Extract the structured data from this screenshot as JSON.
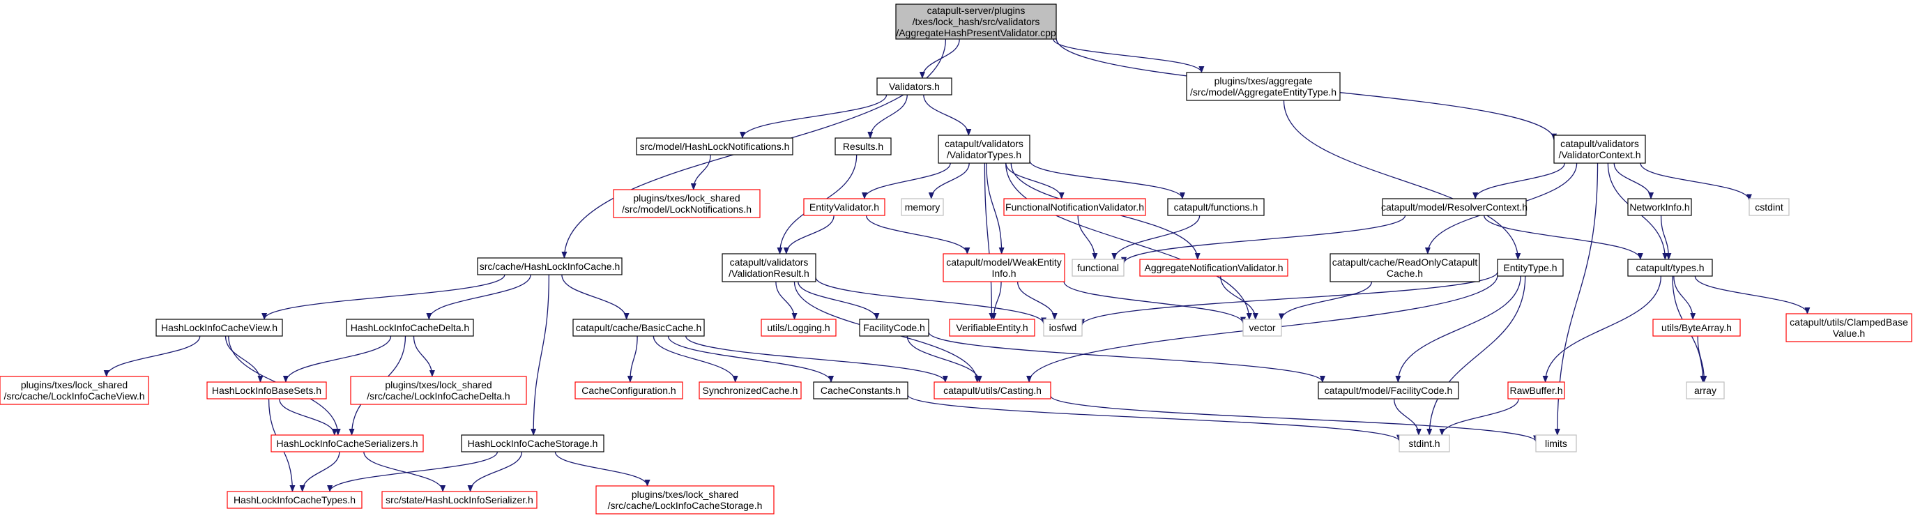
{
  "colors": {
    "edge": "#191970",
    "border_normal": "#000000",
    "border_missing": "#ff0000",
    "border_external": "#bfbfbf",
    "fill_root": "#bfbfbf",
    "fill_normal": "#ffffff"
  },
  "nodes": {
    "root": {
      "lines": [
        "catapult-server/plugins",
        "/txes/lock_hash/src/validators",
        "/AggregateHashPresentValidator.cpp"
      ],
      "kind": "root"
    },
    "validators_h": {
      "lines": [
        "Validators.h"
      ],
      "kind": "normal"
    },
    "aggregate_entity_type": {
      "lines": [
        "plugins/txes/aggregate",
        "/src/model/AggregateEntityType.h"
      ],
      "kind": "normal"
    },
    "validator_context": {
      "lines": [
        "catapult/validators",
        "/ValidatorContext.h"
      ],
      "kind": "normal"
    },
    "hashlock_notifications": {
      "lines": [
        "src/model/HashLockNotifications.h"
      ],
      "kind": "normal"
    },
    "results_h": {
      "lines": [
        "Results.h"
      ],
      "kind": "normal"
    },
    "validator_types": {
      "lines": [
        "catapult/validators",
        "/ValidatorTypes.h"
      ],
      "kind": "normal"
    },
    "lock_notifications": {
      "lines": [
        "plugins/txes/lock_shared",
        "/src/model/LockNotifications.h"
      ],
      "kind": "missing"
    },
    "entity_validator": {
      "lines": [
        "EntityValidator.h"
      ],
      "kind": "missing"
    },
    "memory": {
      "lines": [
        "memory"
      ],
      "kind": "external"
    },
    "functional_notification_validator": {
      "lines": [
        "FunctionalNotificationValidator.h"
      ],
      "kind": "missing"
    },
    "catapult_functions": {
      "lines": [
        "catapult/functions.h"
      ],
      "kind": "normal"
    },
    "resolver_context": {
      "lines": [
        "catapult/model/ResolverContext.h"
      ],
      "kind": "normal"
    },
    "network_info": {
      "lines": [
        "NetworkInfo.h"
      ],
      "kind": "normal"
    },
    "cstdint": {
      "lines": [
        "cstdint"
      ],
      "kind": "external"
    },
    "hashlock_info_cache": {
      "lines": [
        "src/cache/HashLockInfoCache.h"
      ],
      "kind": "normal"
    },
    "validation_result": {
      "lines": [
        "catapult/validators",
        "/ValidationResult.h"
      ],
      "kind": "normal"
    },
    "weak_entity_info": {
      "lines": [
        "catapult/model/WeakEntity",
        "Info.h"
      ],
      "kind": "missing"
    },
    "functional": {
      "lines": [
        "functional"
      ],
      "kind": "external"
    },
    "aggregate_notification_validator": {
      "lines": [
        "AggregateNotificationValidator.h"
      ],
      "kind": "missing"
    },
    "readonly_catapult_cache": {
      "lines": [
        "catapult/cache/ReadOnlyCatapult",
        "Cache.h"
      ],
      "kind": "normal"
    },
    "entity_type": {
      "lines": [
        "EntityType.h"
      ],
      "kind": "normal"
    },
    "catapult_types": {
      "lines": [
        "catapult/types.h"
      ],
      "kind": "normal"
    },
    "hashlock_info_cache_view": {
      "lines": [
        "HashLockInfoCacheView.h"
      ],
      "kind": "normal"
    },
    "hashlock_info_cache_delta": {
      "lines": [
        "HashLockInfoCacheDelta.h"
      ],
      "kind": "normal"
    },
    "basic_cache": {
      "lines": [
        "catapult/cache/BasicCache.h"
      ],
      "kind": "normal"
    },
    "utils_logging": {
      "lines": [
        "utils/Logging.h"
      ],
      "kind": "missing"
    },
    "facility_code": {
      "lines": [
        "FacilityCode.h"
      ],
      "kind": "normal"
    },
    "verifiable_entity": {
      "lines": [
        "VerifiableEntity.h"
      ],
      "kind": "missing"
    },
    "iosfwd": {
      "lines": [
        "iosfwd"
      ],
      "kind": "external"
    },
    "vector": {
      "lines": [
        "vector"
      ],
      "kind": "external"
    },
    "utils_bytearray": {
      "lines": [
        "utils/ByteArray.h"
      ],
      "kind": "missing"
    },
    "clamped_base_value": {
      "lines": [
        "catapult/utils/ClampedBase",
        "Value.h"
      ],
      "kind": "missing"
    },
    "lock_info_cache_view": {
      "lines": [
        "plugins/txes/lock_shared",
        "/src/cache/LockInfoCacheView.h"
      ],
      "kind": "missing"
    },
    "hashlock_info_base_sets": {
      "lines": [
        "HashLockInfoBaseSets.h"
      ],
      "kind": "missing"
    },
    "lock_info_cache_delta": {
      "lines": [
        "plugins/txes/lock_shared",
        "/src/cache/LockInfoCacheDelta.h"
      ],
      "kind": "missing"
    },
    "cache_configuration": {
      "lines": [
        "CacheConfiguration.h"
      ],
      "kind": "missing"
    },
    "synchronized_cache": {
      "lines": [
        "SynchronizedCache.h"
      ],
      "kind": "missing"
    },
    "cache_constants": {
      "lines": [
        "CacheConstants.h"
      ],
      "kind": "normal"
    },
    "utils_casting": {
      "lines": [
        "catapult/utils/Casting.h"
      ],
      "kind": "missing"
    },
    "model_facility_code": {
      "lines": [
        "catapult/model/FacilityCode.h"
      ],
      "kind": "normal"
    },
    "raw_buffer": {
      "lines": [
        "RawBuffer.h"
      ],
      "kind": "missing"
    },
    "array": {
      "lines": [
        "array"
      ],
      "kind": "external"
    },
    "hashlock_info_cache_serializers": {
      "lines": [
        "HashLockInfoCacheSerializers.h"
      ],
      "kind": "missing"
    },
    "hashlock_info_cache_storage": {
      "lines": [
        "HashLockInfoCacheStorage.h"
      ],
      "kind": "normal"
    },
    "stdint_h": {
      "lines": [
        "stdint.h"
      ],
      "kind": "external"
    },
    "limits": {
      "lines": [
        "limits"
      ],
      "kind": "external"
    },
    "hashlock_info_cache_types": {
      "lines": [
        "HashLockInfoCacheTypes.h"
      ],
      "kind": "missing"
    },
    "hashlock_info_serializer": {
      "lines": [
        "src/state/HashLockInfoSerializer.h"
      ],
      "kind": "missing"
    },
    "lock_info_cache_storage": {
      "lines": [
        "plugins/txes/lock_shared",
        "/src/cache/LockInfoCacheStorage.h"
      ],
      "kind": "missing"
    }
  },
  "edges": [
    [
      "root",
      "validators_h"
    ],
    [
      "root",
      "aggregate_entity_type"
    ],
    [
      "root",
      "validator_context"
    ],
    [
      "root",
      "hashlock_info_cache"
    ],
    [
      "validators_h",
      "hashlock_notifications"
    ],
    [
      "validators_h",
      "results_h"
    ],
    [
      "validators_h",
      "validator_types"
    ],
    [
      "hashlock_notifications",
      "lock_notifications"
    ],
    [
      "results_h",
      "validation_result"
    ],
    [
      "validator_types",
      "entity_validator"
    ],
    [
      "validator_types",
      "memory"
    ],
    [
      "validator_types",
      "functional_notification_validator"
    ],
    [
      "validator_types",
      "catapult_functions"
    ],
    [
      "validator_types",
      "weak_entity_info"
    ],
    [
      "validator_types",
      "aggregate_notification_validator"
    ],
    [
      "validator_types",
      "verifiable_entity"
    ],
    [
      "validator_types",
      "vector"
    ],
    [
      "entity_validator",
      "validation_result"
    ],
    [
      "entity_validator",
      "weak_entity_info"
    ],
    [
      "functional_notification_validator",
      "functional"
    ],
    [
      "catapult_functions",
      "functional"
    ],
    [
      "aggregate_entity_type",
      "entity_type"
    ],
    [
      "validator_context",
      "resolver_context"
    ],
    [
      "validator_context",
      "network_info"
    ],
    [
      "validator_context",
      "cstdint"
    ],
    [
      "validator_context",
      "readonly_catapult_cache"
    ],
    [
      "validator_context",
      "catapult_types"
    ],
    [
      "validator_context",
      "limits"
    ],
    [
      "resolver_context",
      "functional"
    ],
    [
      "resolver_context",
      "catapult_types"
    ],
    [
      "network_info",
      "catapult_types"
    ],
    [
      "weak_entity_info",
      "verifiable_entity"
    ],
    [
      "weak_entity_info",
      "iosfwd"
    ],
    [
      "weak_entity_info",
      "vector"
    ],
    [
      "aggregate_notification_validator",
      "vector"
    ],
    [
      "readonly_catapult_cache",
      "vector"
    ],
    [
      "entity_type",
      "iosfwd"
    ],
    [
      "entity_type",
      "utils_casting"
    ],
    [
      "entity_type",
      "model_facility_code"
    ],
    [
      "entity_type",
      "stdint_h"
    ],
    [
      "catapult_types",
      "raw_buffer"
    ],
    [
      "catapult_types",
      "utils_bytearray"
    ],
    [
      "catapult_types",
      "clamped_base_value"
    ],
    [
      "catapult_types",
      "array"
    ],
    [
      "utils_bytearray",
      "array"
    ],
    [
      "raw_buffer",
      "stdint_h"
    ],
    [
      "validation_result",
      "utils_logging"
    ],
    [
      "validation_result",
      "facility_code"
    ],
    [
      "validation_result",
      "iosfwd"
    ],
    [
      "validation_result",
      "utils_casting"
    ],
    [
      "facility_code",
      "utils_casting"
    ],
    [
      "facility_code",
      "model_facility_code"
    ],
    [
      "hashlock_info_cache",
      "hashlock_info_cache_view"
    ],
    [
      "hashlock_info_cache",
      "hashlock_info_cache_delta"
    ],
    [
      "hashlock_info_cache",
      "basic_cache"
    ],
    [
      "hashlock_info_cache",
      "hashlock_info_cache_storage"
    ],
    [
      "hashlock_info_cache_view",
      "lock_info_cache_view"
    ],
    [
      "hashlock_info_cache_view",
      "hashlock_info_base_sets"
    ],
    [
      "hashlock_info_cache_view",
      "hashlock_info_cache_serializers"
    ],
    [
      "hashlock_info_cache_delta",
      "hashlock_info_base_sets"
    ],
    [
      "hashlock_info_cache_delta",
      "lock_info_cache_delta"
    ],
    [
      "hashlock_info_cache_delta",
      "hashlock_info_cache_serializers"
    ],
    [
      "basic_cache",
      "cache_configuration"
    ],
    [
      "basic_cache",
      "synchronized_cache"
    ],
    [
      "basic_cache",
      "cache_constants"
    ],
    [
      "basic_cache",
      "utils_casting"
    ],
    [
      "hashlock_info_base_sets",
      "hashlock_info_cache_serializers"
    ],
    [
      "hashlock_info_base_sets",
      "hashlock_info_cache_types"
    ],
    [
      "hashlock_info_cache_serializers",
      "hashlock_info_cache_types"
    ],
    [
      "hashlock_info_cache_serializers",
      "hashlock_info_serializer"
    ],
    [
      "hashlock_info_cache_storage",
      "hashlock_info_cache_types"
    ],
    [
      "hashlock_info_cache_storage",
      "hashlock_info_serializer"
    ],
    [
      "hashlock_info_cache_storage",
      "lock_info_cache_storage"
    ],
    [
      "cache_constants",
      "stdint_h"
    ],
    [
      "utils_casting",
      "limits"
    ],
    [
      "model_facility_code",
      "stdint_h"
    ]
  ]
}
